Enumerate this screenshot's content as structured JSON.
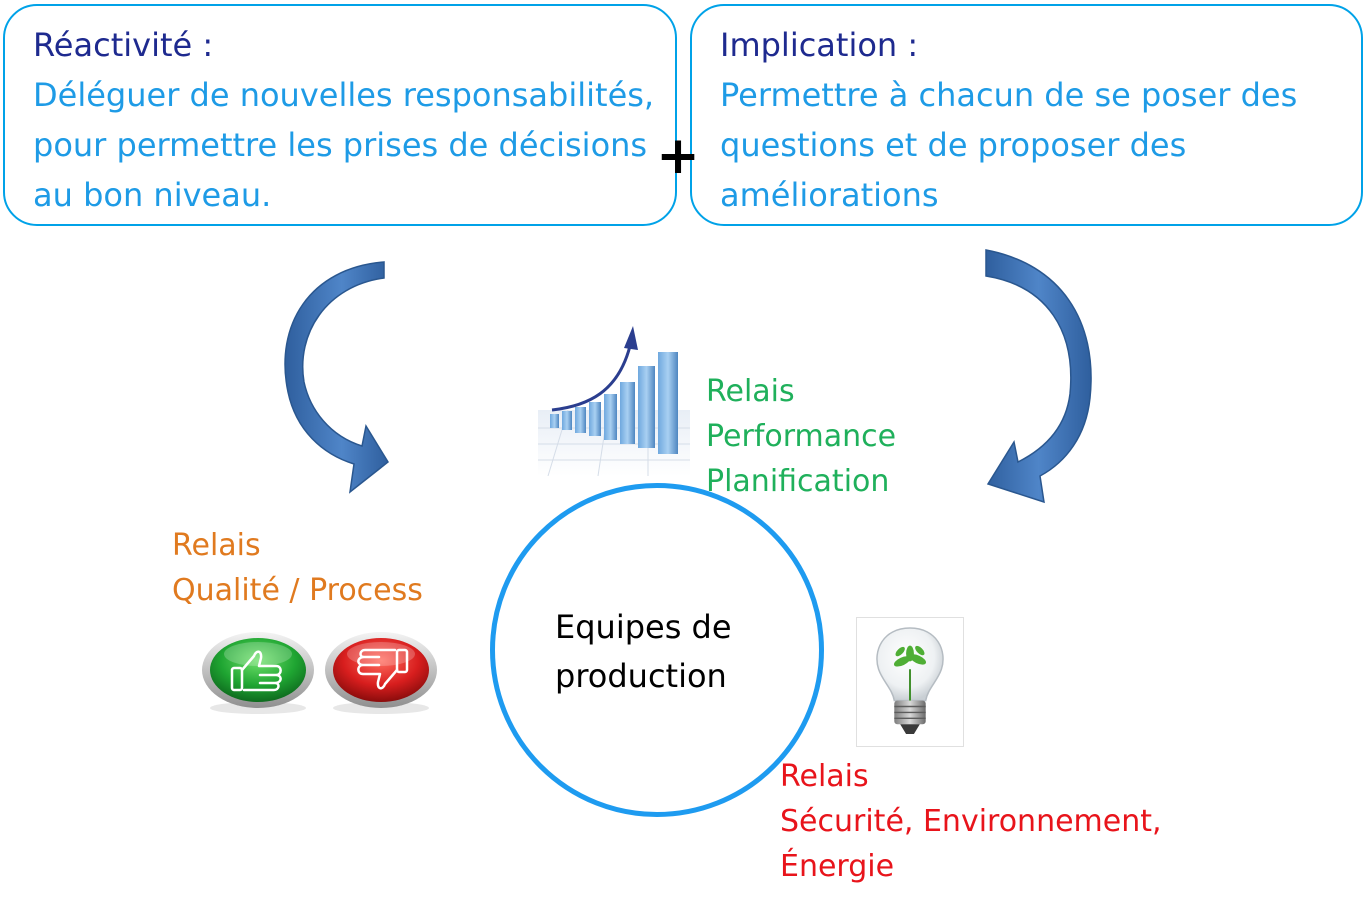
{
  "boxes": {
    "left": {
      "title": "Réactivité :",
      "body": "Déléguer de nouvelles responsabilités, pour permettre les prises de décisions au bon niveau."
    },
    "right": {
      "title": "Implication :",
      "body": "Permettre à chacun de se poser des questions et de proposer des améliorations"
    },
    "plus": "+"
  },
  "center": {
    "line1": "Equipes de",
    "line2": "production"
  },
  "relais": {
    "performance": {
      "line1": "Relais",
      "line2": "Performance",
      "line3": "Planification",
      "color": "#1FB05B"
    },
    "qualite": {
      "line1": "Relais",
      "line2": "Qualité / Process",
      "color": "#E07A1F"
    },
    "securite": {
      "line1": "Relais",
      "line2": "Sécurité, Environnement,",
      "line3": "Énergie",
      "color": "#E8141B"
    }
  },
  "icons": {
    "arrows": "curved-arrow-icon",
    "chart": "growth-chart-icon",
    "thumb_up": "thumbs-up-icon",
    "thumb_down": "thumbs-down-icon",
    "bulb": "lightbulb-icon"
  },
  "colors": {
    "box_border": "#00A2E8",
    "title": "#1E2A8F",
    "body": "#1E9BE6",
    "circle": "#1E9BF0",
    "arrow": "#3E6FB0"
  }
}
